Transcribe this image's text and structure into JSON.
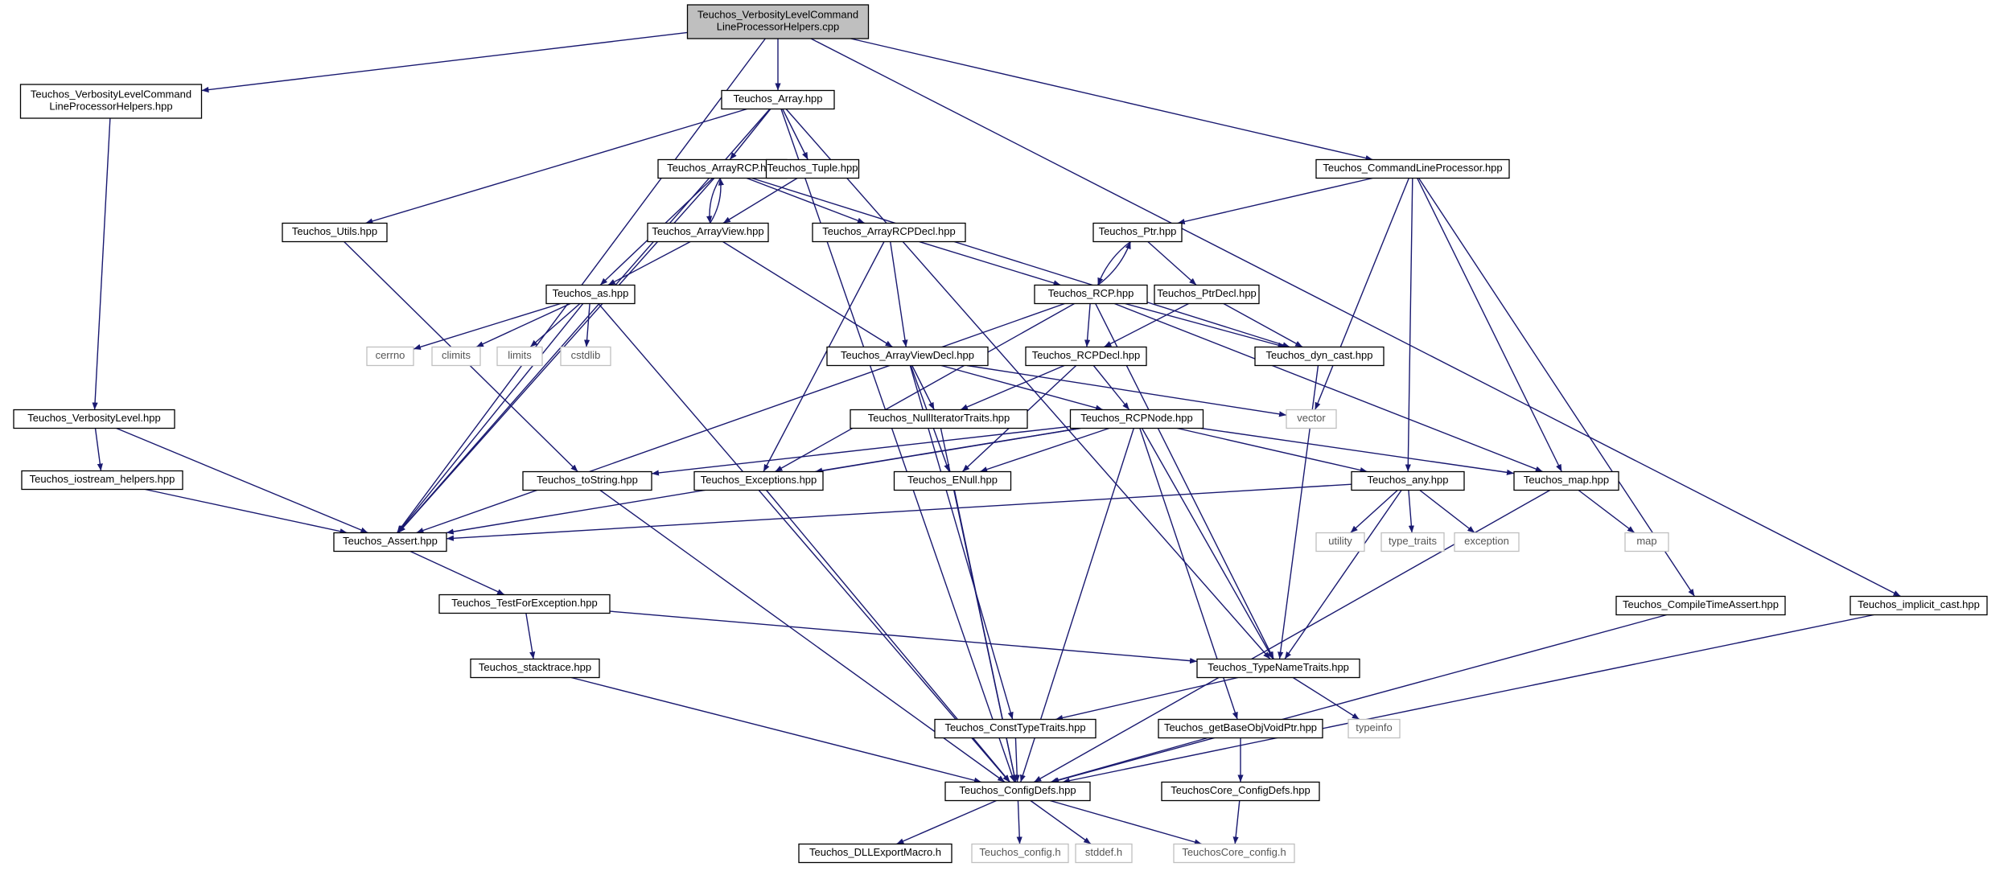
{
  "colors": {
    "background": "#ffffff",
    "edge": "#191970",
    "node_border": "#000000",
    "node_fill": "#ffffff",
    "root_fill": "#bfbfbf",
    "external_border": "#bfbfbf",
    "external_text": "#555555"
  },
  "graph": {
    "nodes": [
      {
        "id": "root",
        "label": "Teuchos_VerbosityLevelCommand\nLineProcessorHelpers.cpp",
        "kind": "root"
      },
      {
        "id": "vlclph",
        "label": "Teuchos_VerbosityLevelCommand\nLineProcessorHelpers.hpp",
        "kind": "header"
      },
      {
        "id": "array",
        "label": "Teuchos_Array.hpp",
        "kind": "header"
      },
      {
        "id": "arrayrcp",
        "label": "Teuchos_ArrayRCP.hpp",
        "kind": "header"
      },
      {
        "id": "tuple",
        "label": "Teuchos_Tuple.hpp",
        "kind": "header"
      },
      {
        "id": "clp",
        "label": "Teuchos_CommandLineProcessor.hpp",
        "kind": "header"
      },
      {
        "id": "utils",
        "label": "Teuchos_Utils.hpp",
        "kind": "header"
      },
      {
        "id": "arrayview",
        "label": "Teuchos_ArrayView.hpp",
        "kind": "header"
      },
      {
        "id": "arrayrcpdecl",
        "label": "Teuchos_ArrayRCPDecl.hpp",
        "kind": "header"
      },
      {
        "id": "ptr",
        "label": "Teuchos_Ptr.hpp",
        "kind": "header"
      },
      {
        "id": "as",
        "label": "Teuchos_as.hpp",
        "kind": "header"
      },
      {
        "id": "rcp",
        "label": "Teuchos_RCP.hpp",
        "kind": "header"
      },
      {
        "id": "ptrdecl",
        "label": "Teuchos_PtrDecl.hpp",
        "kind": "header"
      },
      {
        "id": "cerrno",
        "label": "cerrno",
        "kind": "external"
      },
      {
        "id": "climits",
        "label": "climits",
        "kind": "external"
      },
      {
        "id": "limits",
        "label": "limits",
        "kind": "external"
      },
      {
        "id": "cstdlib",
        "label": "cstdlib",
        "kind": "external"
      },
      {
        "id": "arrayviewdecl",
        "label": "Teuchos_ArrayViewDecl.hpp",
        "kind": "header"
      },
      {
        "id": "rcpdecl",
        "label": "Teuchos_RCPDecl.hpp",
        "kind": "header"
      },
      {
        "id": "dyncast",
        "label": "Teuchos_dyn_cast.hpp",
        "kind": "header"
      },
      {
        "id": "verbositylevel",
        "label": "Teuchos_VerbosityLevel.hpp",
        "kind": "header"
      },
      {
        "id": "nullitertraits",
        "label": "Teuchos_NullIteratorTraits.hpp",
        "kind": "header"
      },
      {
        "id": "rcpnode",
        "label": "Teuchos_RCPNode.hpp",
        "kind": "header"
      },
      {
        "id": "vector",
        "label": "vector",
        "kind": "external"
      },
      {
        "id": "iostreamhelpers",
        "label": "Teuchos_iostream_helpers.hpp",
        "kind": "header"
      },
      {
        "id": "tostring",
        "label": "Teuchos_toString.hpp",
        "kind": "header"
      },
      {
        "id": "exceptions",
        "label": "Teuchos_Exceptions.hpp",
        "kind": "header"
      },
      {
        "id": "enull",
        "label": "Teuchos_ENull.hpp",
        "kind": "header"
      },
      {
        "id": "any",
        "label": "Teuchos_any.hpp",
        "kind": "header"
      },
      {
        "id": "map",
        "label": "Teuchos_map.hpp",
        "kind": "header"
      },
      {
        "id": "assert",
        "label": "Teuchos_Assert.hpp",
        "kind": "header"
      },
      {
        "id": "utility",
        "label": "utility",
        "kind": "external"
      },
      {
        "id": "typetraits",
        "label": "type_traits",
        "kind": "external"
      },
      {
        "id": "exception",
        "label": "exception",
        "kind": "external"
      },
      {
        "id": "mapstd",
        "label": "map",
        "kind": "external"
      },
      {
        "id": "testforexc",
        "label": "Teuchos_TestForException.hpp",
        "kind": "header"
      },
      {
        "id": "compiletimeassert",
        "label": "Teuchos_CompileTimeAssert.hpp",
        "kind": "header"
      },
      {
        "id": "implicitcast",
        "label": "Teuchos_implicit_cast.hpp",
        "kind": "header"
      },
      {
        "id": "stacktrace",
        "label": "Teuchos_stacktrace.hpp",
        "kind": "header"
      },
      {
        "id": "typenametraits",
        "label": "Teuchos_TypeNameTraits.hpp",
        "kind": "header"
      },
      {
        "id": "consttypetraits",
        "label": "Teuchos_ConstTypeTraits.hpp",
        "kind": "header"
      },
      {
        "id": "getbaseobj",
        "label": "Teuchos_getBaseObjVoidPtr.hpp",
        "kind": "header"
      },
      {
        "id": "typeinfo",
        "label": "typeinfo",
        "kind": "external"
      },
      {
        "id": "configdefs",
        "label": "Teuchos_ConfigDefs.hpp",
        "kind": "header"
      },
      {
        "id": "coreconfigdefs",
        "label": "TeuchosCore_ConfigDefs.hpp",
        "kind": "header"
      },
      {
        "id": "dllexport",
        "label": "Teuchos_DLLExportMacro.h",
        "kind": "header"
      },
      {
        "id": "teuchosconfig",
        "label": "Teuchos_config.h",
        "kind": "external"
      },
      {
        "id": "stddef",
        "label": "stddef.h",
        "kind": "external"
      },
      {
        "id": "coreconfig",
        "label": "TeuchosCore_config.h",
        "kind": "external"
      }
    ],
    "edges": [
      [
        "root",
        "vlclph"
      ],
      [
        "root",
        "array"
      ],
      [
        "root",
        "clp"
      ],
      [
        "root",
        "assert"
      ],
      [
        "root",
        "implicitcast"
      ],
      [
        "vlclph",
        "verbositylevel"
      ],
      [
        "array",
        "arrayrcp"
      ],
      [
        "array",
        "tuple"
      ],
      [
        "array",
        "utils"
      ],
      [
        "array",
        "assert"
      ],
      [
        "array",
        "typenametraits"
      ],
      [
        "array",
        "configdefs"
      ],
      [
        "arrayrcp",
        "arrayview"
      ],
      [
        "arrayrcp",
        "arrayrcpdecl"
      ],
      [
        "arrayrcp",
        "as"
      ],
      [
        "arrayrcp",
        "dyncast"
      ],
      [
        "arrayrcp",
        "assert"
      ],
      [
        "tuple",
        "arrayview"
      ],
      [
        "arrayview",
        "arrayrcp"
      ],
      [
        "arrayview",
        "as"
      ],
      [
        "arrayview",
        "arrayviewdecl"
      ],
      [
        "clp",
        "ptr"
      ],
      [
        "clp",
        "any"
      ],
      [
        "clp",
        "map"
      ],
      [
        "clp",
        "vector"
      ],
      [
        "clp",
        "compiletimeassert"
      ],
      [
        "utils",
        "tostring"
      ],
      [
        "arrayrcpdecl",
        "rcp"
      ],
      [
        "arrayrcpdecl",
        "arrayviewdecl"
      ],
      [
        "arrayrcpdecl",
        "exceptions"
      ],
      [
        "ptr",
        "rcp"
      ],
      [
        "ptr",
        "ptrdecl"
      ],
      [
        "rcp",
        "ptr"
      ],
      [
        "rcp",
        "rcpdecl"
      ],
      [
        "rcp",
        "dyncast"
      ],
      [
        "rcp",
        "exceptions"
      ],
      [
        "rcp",
        "assert"
      ],
      [
        "rcp",
        "typenametraits"
      ],
      [
        "rcp",
        "map"
      ],
      [
        "ptrdecl",
        "rcpdecl"
      ],
      [
        "ptrdecl",
        "dyncast"
      ],
      [
        "as",
        "cerrno"
      ],
      [
        "as",
        "climits"
      ],
      [
        "as",
        "limits"
      ],
      [
        "as",
        "cstdlib"
      ],
      [
        "as",
        "assert"
      ],
      [
        "as",
        "configdefs"
      ],
      [
        "arrayviewdecl",
        "nullitertraits"
      ],
      [
        "arrayviewdecl",
        "rcpnode"
      ],
      [
        "arrayviewdecl",
        "vector"
      ],
      [
        "arrayviewdecl",
        "enull"
      ],
      [
        "arrayviewdecl",
        "consttypetraits"
      ],
      [
        "rcpdecl",
        "nullitertraits"
      ],
      [
        "rcpdecl",
        "rcpnode"
      ],
      [
        "rcpdecl",
        "enull"
      ],
      [
        "dyncast",
        "typenametraits"
      ],
      [
        "verbositylevel",
        "iostreamhelpers"
      ],
      [
        "verbositylevel",
        "assert"
      ],
      [
        "nullitertraits",
        "configdefs"
      ],
      [
        "rcpnode",
        "tostring"
      ],
      [
        "rcpnode",
        "exceptions"
      ],
      [
        "rcpnode",
        "enull"
      ],
      [
        "rcpnode",
        "any"
      ],
      [
        "rcpnode",
        "map"
      ],
      [
        "rcpnode",
        "assert"
      ],
      [
        "rcpnode",
        "typenametraits"
      ],
      [
        "rcpnode",
        "getbaseobj"
      ],
      [
        "rcpnode",
        "configdefs"
      ],
      [
        "iostreamhelpers",
        "assert"
      ],
      [
        "tostring",
        "configdefs"
      ],
      [
        "exceptions",
        "configdefs"
      ],
      [
        "enull",
        "configdefs"
      ],
      [
        "any",
        "utility"
      ],
      [
        "any",
        "typetraits"
      ],
      [
        "any",
        "exception"
      ],
      [
        "any",
        "typenametraits"
      ],
      [
        "any",
        "assert"
      ],
      [
        "map",
        "mapstd"
      ],
      [
        "map",
        "configdefs"
      ],
      [
        "assert",
        "testforexc"
      ],
      [
        "testforexc",
        "stacktrace"
      ],
      [
        "testforexc",
        "typenametraits"
      ],
      [
        "compiletimeassert",
        "configdefs"
      ],
      [
        "implicitcast",
        "configdefs"
      ],
      [
        "stacktrace",
        "configdefs"
      ],
      [
        "typenametraits",
        "consttypetraits"
      ],
      [
        "typenametraits",
        "typeinfo"
      ],
      [
        "consttypetraits",
        "configdefs"
      ],
      [
        "getbaseobj",
        "configdefs"
      ],
      [
        "getbaseobj",
        "coreconfigdefs"
      ],
      [
        "configdefs",
        "dllexport"
      ],
      [
        "configdefs",
        "teuchosconfig"
      ],
      [
        "configdefs",
        "stddef"
      ],
      [
        "configdefs",
        "coreconfig"
      ],
      [
        "coreconfigdefs",
        "coreconfig"
      ]
    ]
  }
}
